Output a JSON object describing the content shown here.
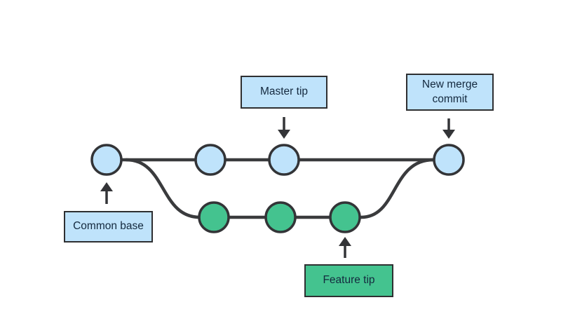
{
  "diagram": {
    "title_hidden": "",
    "labels": {
      "master_tip": "Master tip",
      "new_merge_commit": "New merge commit",
      "common_base": "Common base",
      "feature_tip": "Feature tip"
    },
    "graph": {
      "master_branch_commits": 4,
      "feature_branch_commits": 3
    },
    "colors": {
      "master_node_fill": "#bfe3fb",
      "feature_node_fill": "#44c38f",
      "node_stroke": "#333437",
      "branch_line": "#3a3b3d",
      "arrow": "#333437",
      "label_blue_bg": "#bfe3fb",
      "label_green_bg": "#44c38f",
      "label_border": "#2e2f31",
      "label_text": "#14293e"
    }
  }
}
